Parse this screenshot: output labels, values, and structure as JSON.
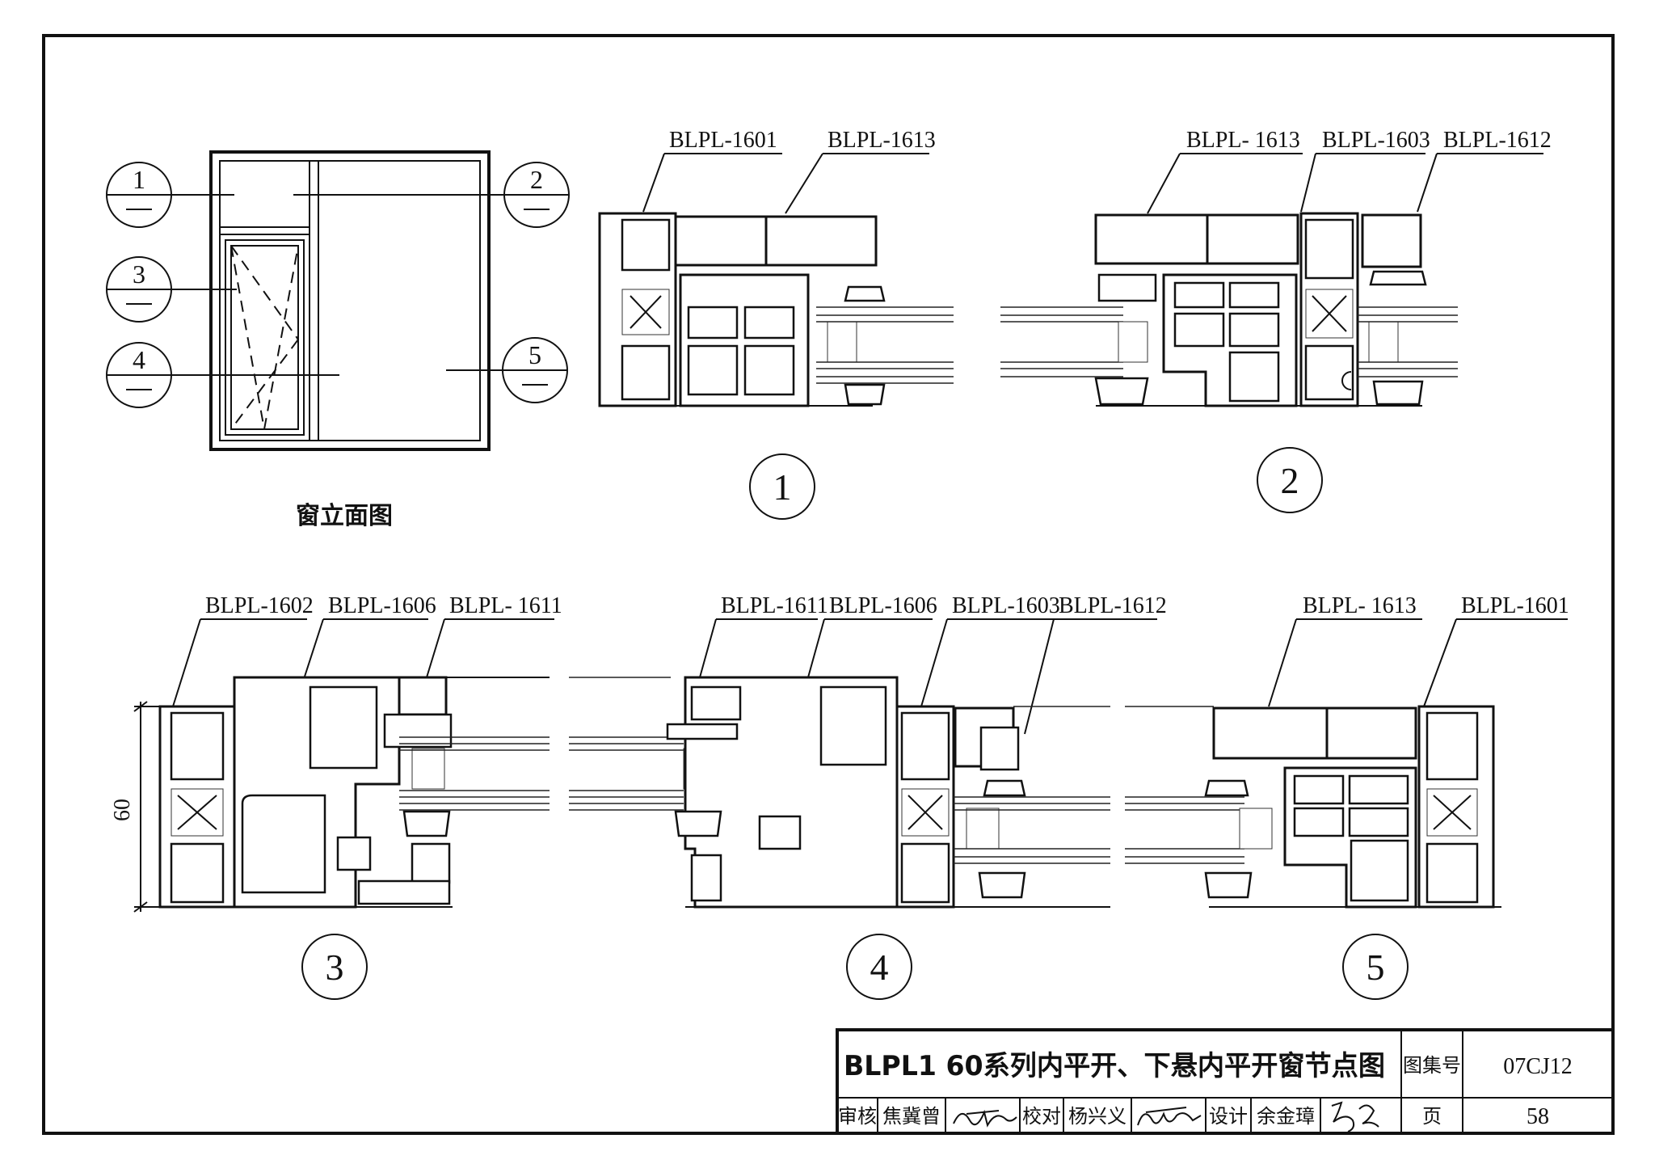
{
  "elevation": {
    "caption": "窗立面图",
    "markers": [
      {
        "num": "1",
        "side": "left"
      },
      {
        "num": "2",
        "side": "right"
      },
      {
        "num": "3",
        "side": "left"
      },
      {
        "num": "4",
        "side": "left"
      },
      {
        "num": "5",
        "side": "right"
      }
    ]
  },
  "sections": {
    "s1": {
      "num": "1",
      "labels": [
        "BLPL-1601",
        "BLPL-1613"
      ]
    },
    "s2": {
      "num": "2",
      "labels": [
        "BLPL- 1613",
        "BLPL-1603",
        "BLPL-1612"
      ]
    },
    "s3": {
      "num": "3",
      "labels": [
        "BLPL-1602",
        "BLPL-1606",
        "BLPL- 1611"
      ],
      "dimension": "60"
    },
    "s4": {
      "num": "4",
      "labels": [
        "BLPL-1611",
        "BLPL-1606",
        "BLPL-1603",
        "BLPL-1612"
      ]
    },
    "s5": {
      "num": "5",
      "labels": [
        "BLPL- 1613",
        "BLPL-1601"
      ]
    }
  },
  "title_block": {
    "title": "BLPL1 60系列内平开、下悬内平开窗节点图",
    "atlas_label": "图集号",
    "atlas_no": "07CJ12",
    "review_label": "审核",
    "reviewer": "焦冀曾",
    "check_label": "校对",
    "checker": "杨兴义",
    "design_label": "设计",
    "designer": "余金璋",
    "page_label": "页",
    "page_no": "58"
  }
}
